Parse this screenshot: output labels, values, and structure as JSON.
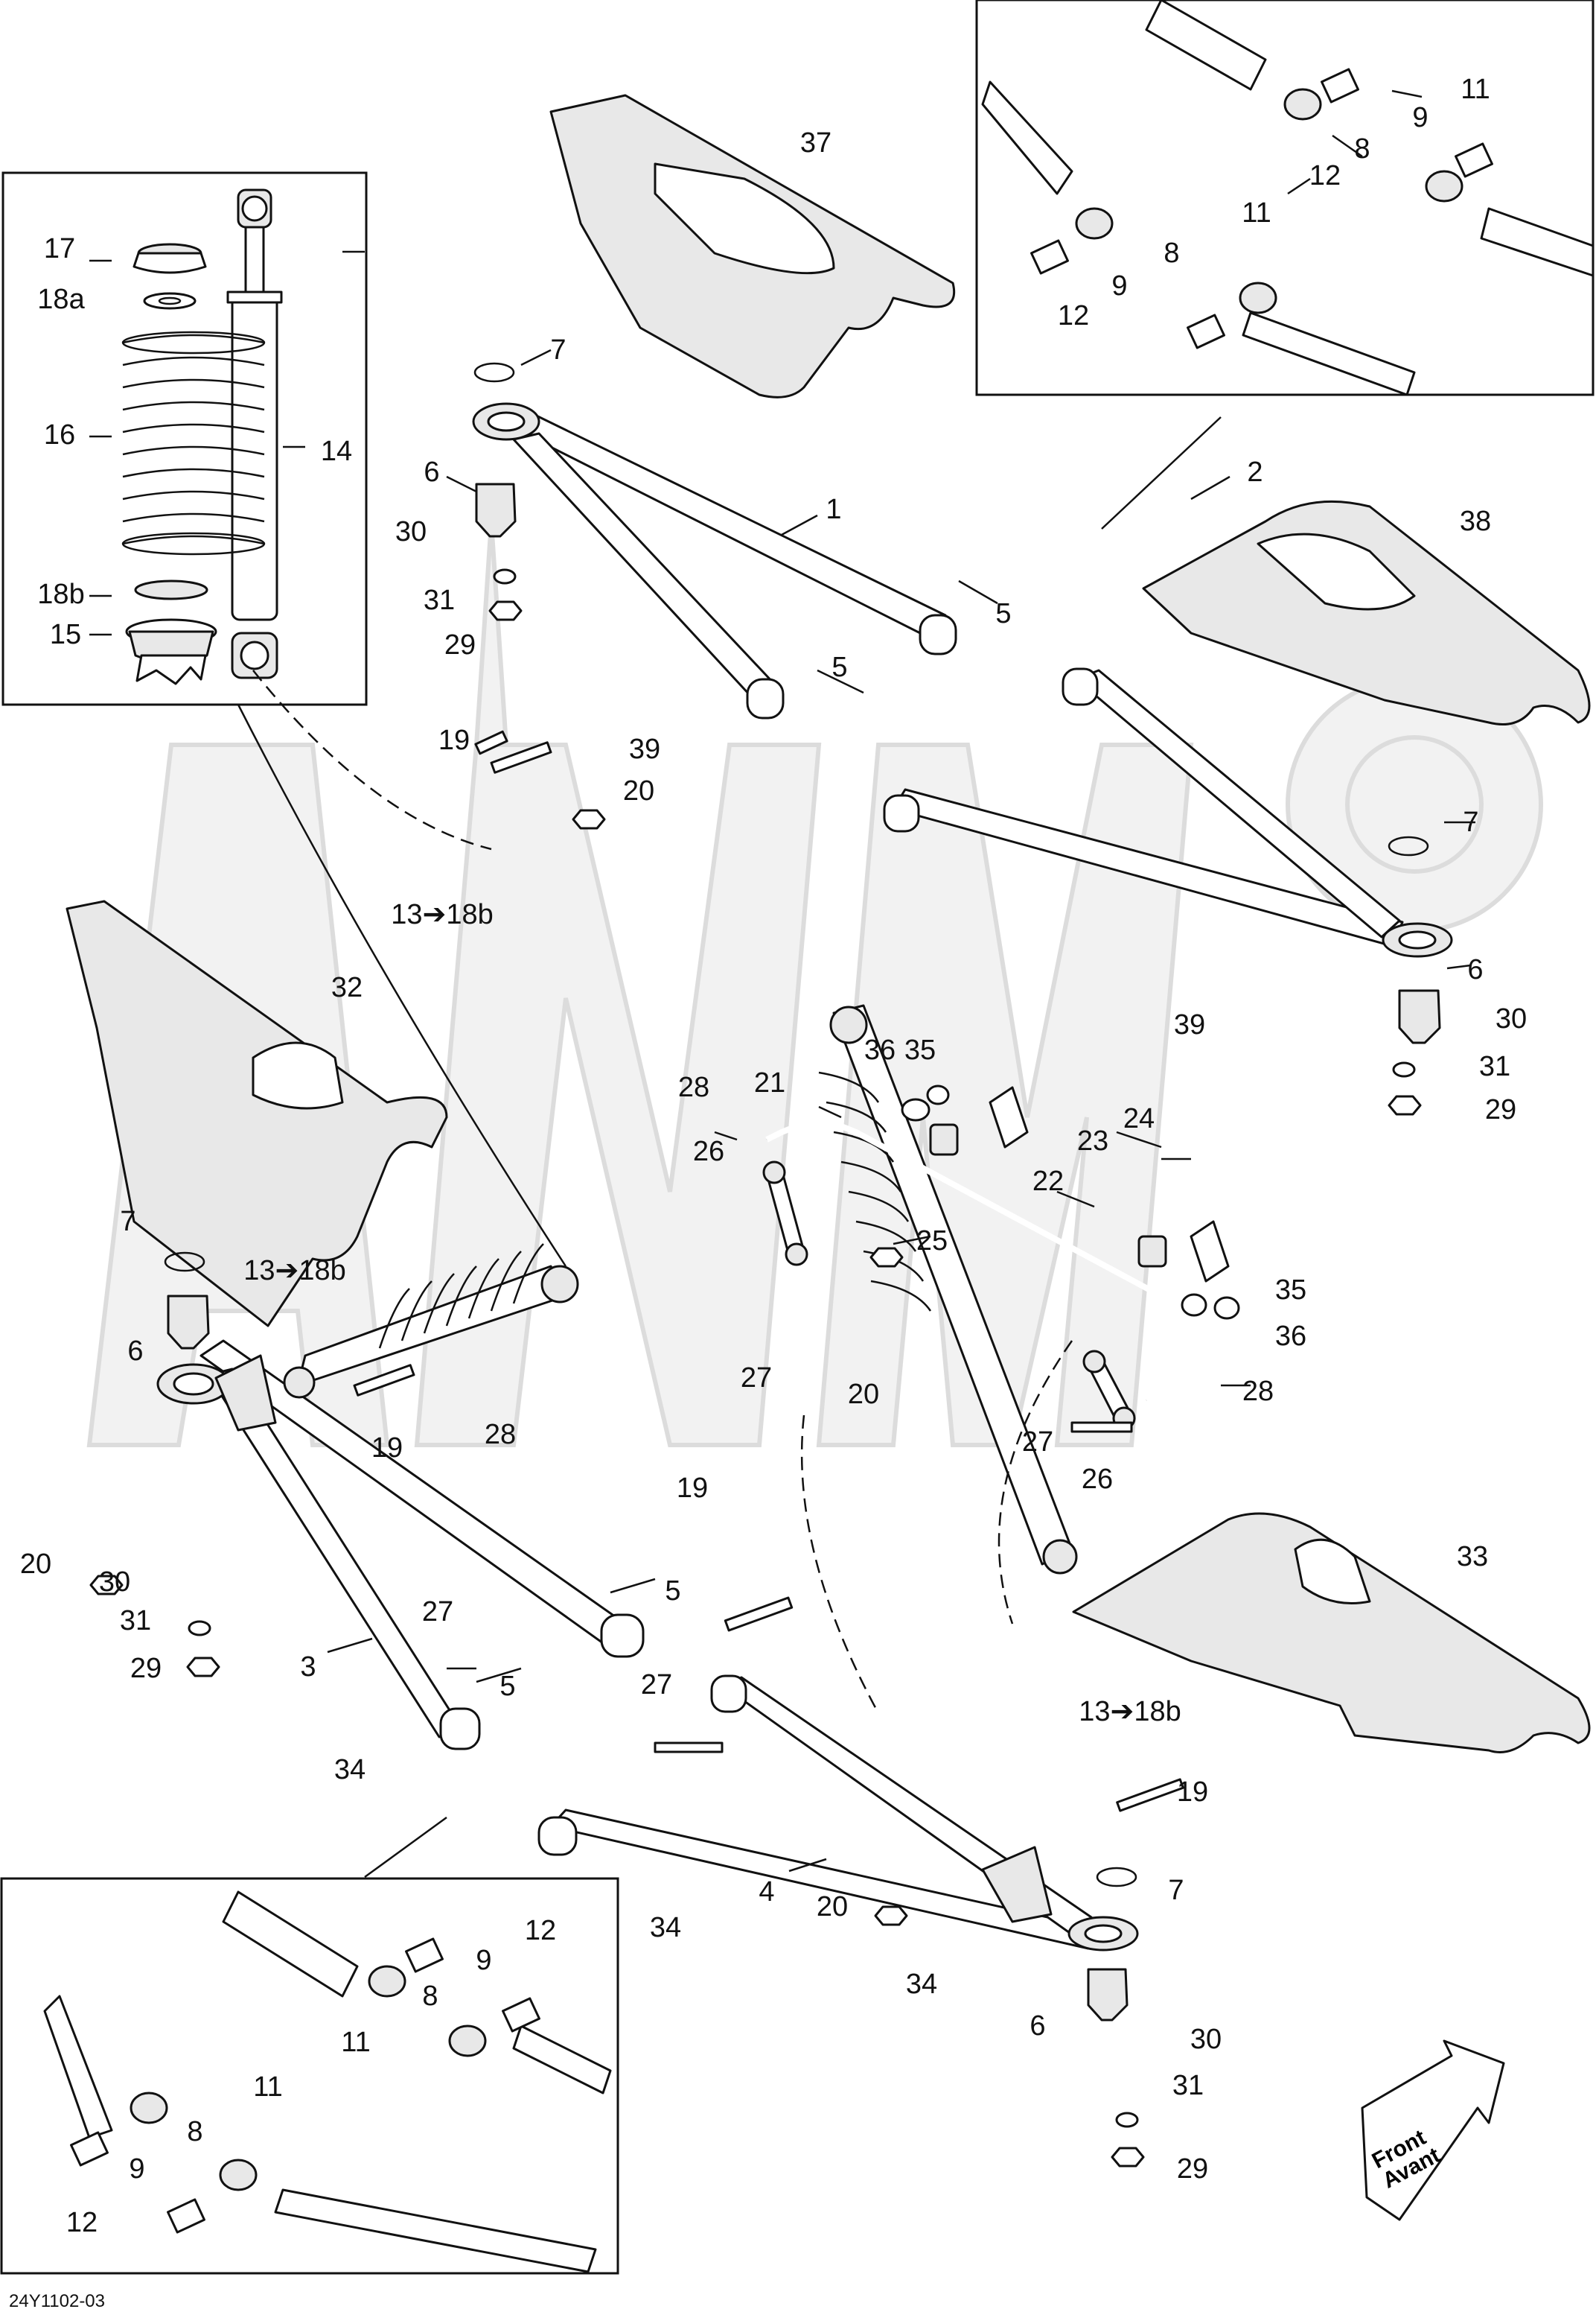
{
  "diagram": {
    "drawing_code": "24Y1102-03",
    "direction_badge": {
      "line1": "Front",
      "line2": "Avant"
    },
    "callouts": {
      "c1": "1",
      "c2": "2",
      "c3": "3",
      "c4": "4",
      "c5": "5",
      "c6": "6",
      "c7": "7",
      "c8": "8",
      "c9": "9",
      "c11": "11",
      "c12": "12",
      "c13": "13➔18b",
      "c14": "14",
      "c15": "15",
      "c16": "16",
      "c17": "17",
      "c18a": "18a",
      "c18b": "18b",
      "c19": "19",
      "c20": "20",
      "c21": "21",
      "c22": "22",
      "c23": "23",
      "c24": "24",
      "c25": "25",
      "c26": "26",
      "c27": "27",
      "c28": "28",
      "c29": "29",
      "c30": "30",
      "c31": "31",
      "c32": "32",
      "c33": "33",
      "c34": "34",
      "c35": "35",
      "c36": "36",
      "c37": "37",
      "c38": "38",
      "c39": "39"
    }
  }
}
